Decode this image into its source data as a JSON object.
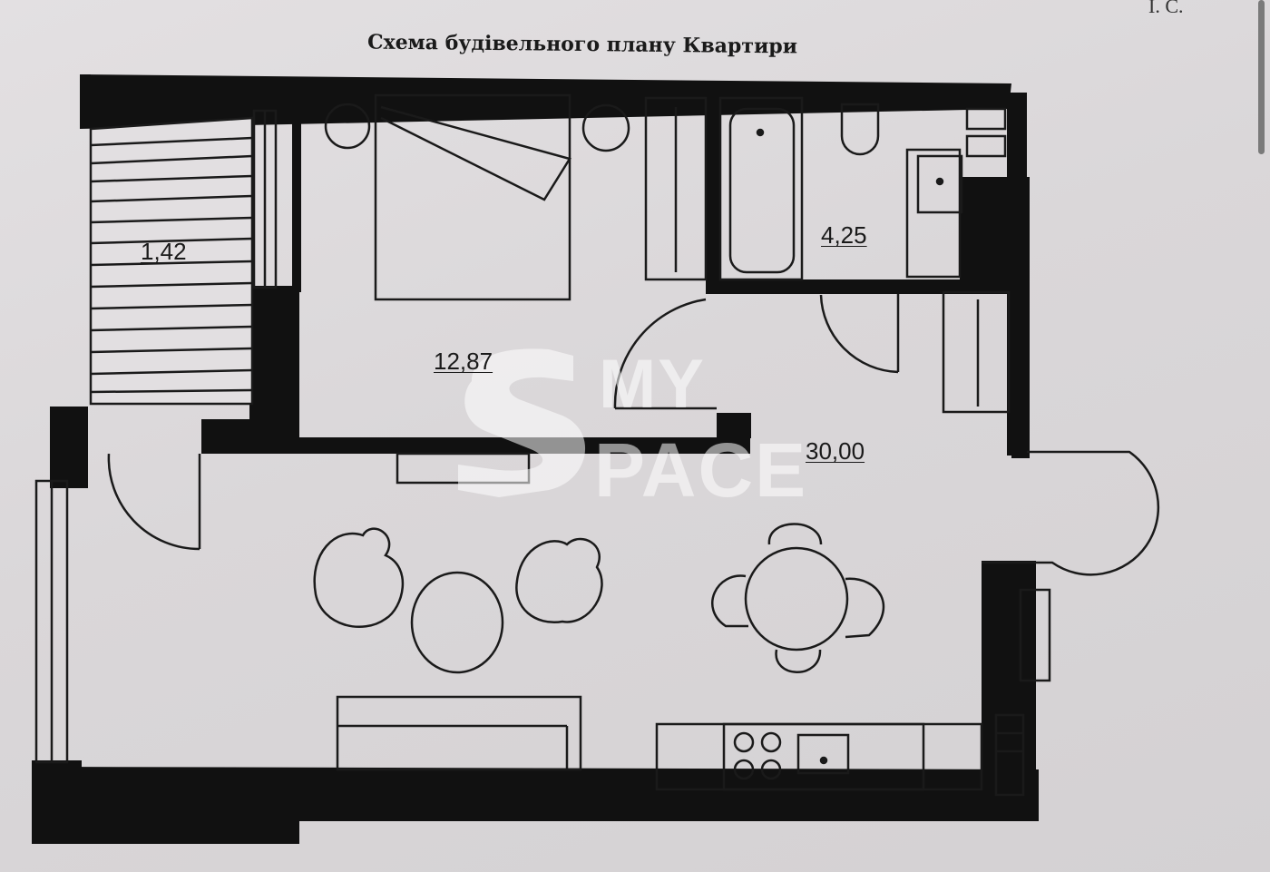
{
  "document": {
    "corner_text": "I. C.",
    "title": "Схема будівельного плану Квартири"
  },
  "rooms": [
    {
      "name": "balcony",
      "area": "1,42"
    },
    {
      "name": "bedroom",
      "area": "12,87"
    },
    {
      "name": "bathroom",
      "area": "4,25"
    },
    {
      "name": "living-kitchen",
      "area": "30,00"
    }
  ],
  "watermark": {
    "line1": "MY",
    "line2": "PACE",
    "color": "#ffffff"
  },
  "colors": {
    "wall": "#111111",
    "paper": "#dedbdd",
    "line": "#1a1a1a"
  }
}
